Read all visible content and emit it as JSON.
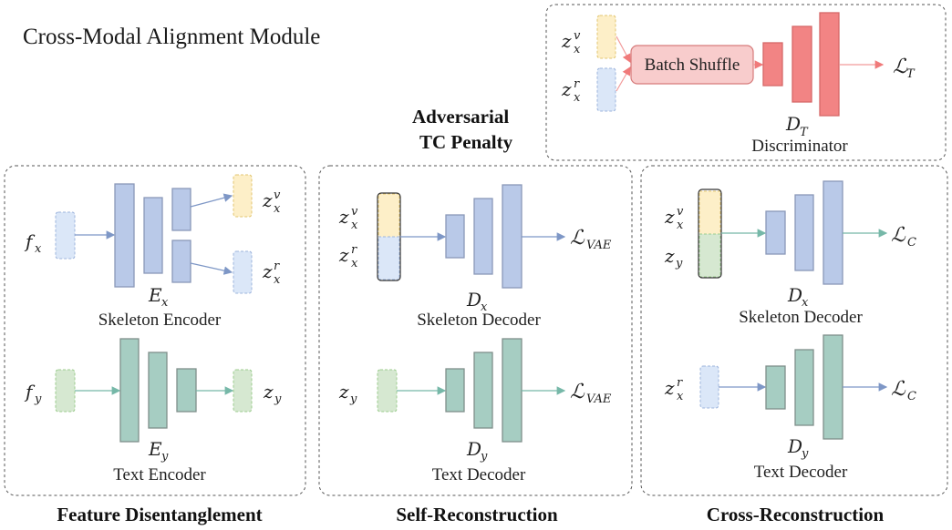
{
  "title": "Cross-Modal Alignment Module",
  "adversarial_label": [
    "Adversarial",
    "TC Penalty"
  ],
  "discriminator": {
    "inputs": [
      {
        "base": "z",
        "sub": "x",
        "sup": "v"
      },
      {
        "base": "z",
        "sub": "x",
        "sup": "r"
      }
    ],
    "shuffle_label": "Batch Shuffle",
    "symbol": {
      "base": "D",
      "sub": "T"
    },
    "name": "Discriminator",
    "loss": {
      "base": "L",
      "sub": "T"
    }
  },
  "sections": {
    "feature_disentanglement": {
      "title": "Feature Disentanglement",
      "skeleton_encoder": {
        "input": {
          "base": "f",
          "sub": "x"
        },
        "symbol": {
          "base": "E",
          "sub": "x"
        },
        "name": "Skeleton Encoder",
        "outputs": [
          {
            "base": "z",
            "sub": "x",
            "sup": "v"
          },
          {
            "base": "z",
            "sub": "x",
            "sup": "r"
          }
        ]
      },
      "text_encoder": {
        "input": {
          "base": "f",
          "sub": "y"
        },
        "symbol": {
          "base": "E",
          "sub": "y"
        },
        "name": "Text Encoder",
        "output": {
          "base": "z",
          "sub": "y"
        }
      }
    },
    "self_reconstruction": {
      "title": "Self-Reconstruction",
      "skeleton_decoder": {
        "inputs": [
          {
            "base": "z",
            "sub": "x",
            "sup": "v"
          },
          {
            "base": "z",
            "sub": "x",
            "sup": "r"
          }
        ],
        "symbol": {
          "base": "D",
          "sub": "x"
        },
        "name": "Skeleton Decoder",
        "loss": {
          "base": "L",
          "sub": "VAE"
        }
      },
      "text_decoder": {
        "input": {
          "base": "z",
          "sub": "y"
        },
        "symbol": {
          "base": "D",
          "sub": "y"
        },
        "name": "Text Decoder",
        "loss": {
          "base": "L",
          "sub": "VAE"
        }
      }
    },
    "cross_reconstruction": {
      "title": "Cross-Reconstruction",
      "skeleton_decoder": {
        "inputs": [
          {
            "base": "z",
            "sub": "x",
            "sup": "v"
          },
          {
            "base": "z",
            "sub": "y"
          }
        ],
        "symbol": {
          "base": "D",
          "sub": "x"
        },
        "name": "Skeleton Decoder",
        "loss": {
          "base": "L",
          "sub": "C"
        }
      },
      "text_decoder": {
        "input": {
          "base": "z",
          "sub": "x",
          "sup": "r"
        },
        "symbol": {
          "base": "D",
          "sub": "y"
        },
        "name": "Text Decoder",
        "loss": {
          "base": "L",
          "sub": "C"
        }
      }
    }
  }
}
